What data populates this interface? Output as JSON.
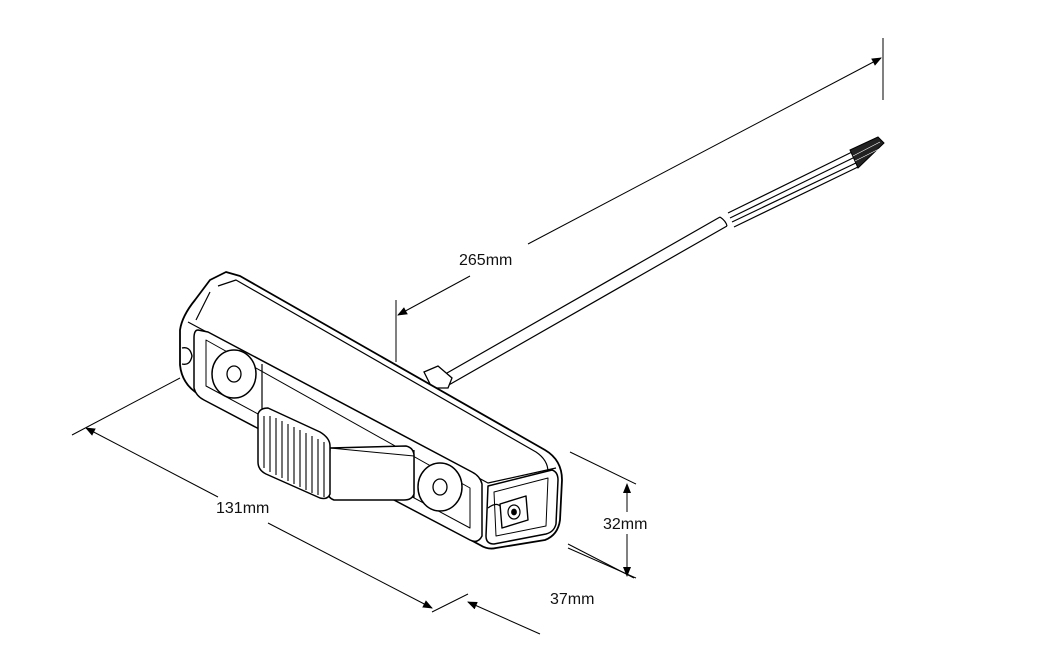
{
  "dimensions": {
    "cable_length": "265mm",
    "body_length": "131mm",
    "body_height": "32mm",
    "body_depth": "37mm"
  }
}
